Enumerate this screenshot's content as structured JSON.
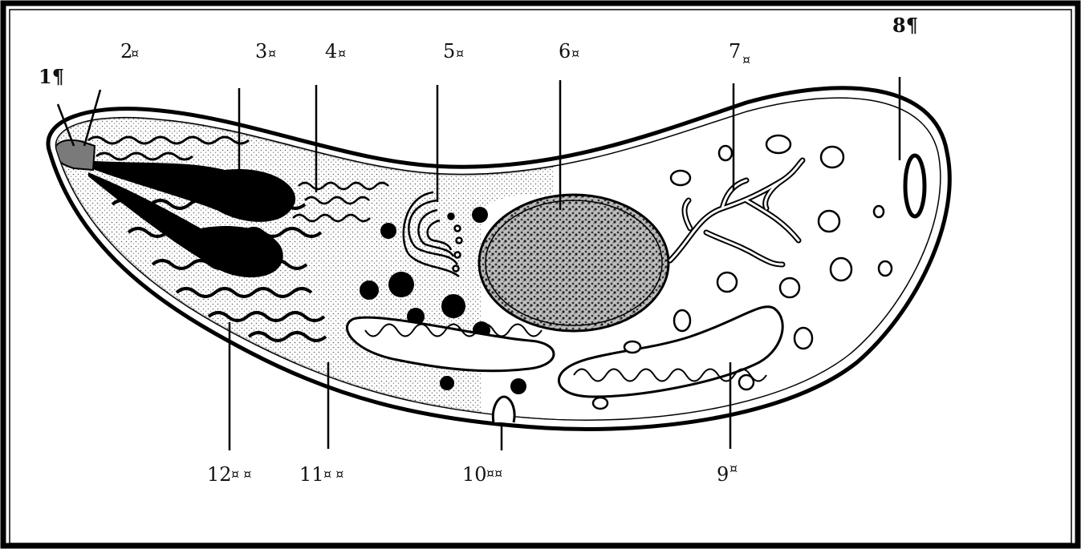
{
  "diagram": {
    "labels": [
      {
        "id": "1",
        "text": "1¶",
        "mark": ""
      },
      {
        "id": "2",
        "text": "2",
        "mark": "¤"
      },
      {
        "id": "3",
        "text": "3",
        "mark": "¤"
      },
      {
        "id": "4",
        "text": "4",
        "mark": "¤"
      },
      {
        "id": "5",
        "text": "5",
        "mark": "¤"
      },
      {
        "id": "6",
        "text": "6",
        "mark": "¤"
      },
      {
        "id": "7",
        "text": "7",
        "mark": "¤"
      },
      {
        "id": "8",
        "text": "8¶",
        "mark": ""
      },
      {
        "id": "9",
        "text": "9",
        "mark": "¤"
      },
      {
        "id": "10",
        "text": "10",
        "mark": "¤¤"
      },
      {
        "id": "11",
        "text": "11",
        "mark": "¤ ¤"
      },
      {
        "id": "12",
        "text": "12",
        "mark": "¤ ¤"
      }
    ]
  },
  "colors": {
    "border": "#000000",
    "ink": "#111111",
    "paper": "#ffffff"
  }
}
